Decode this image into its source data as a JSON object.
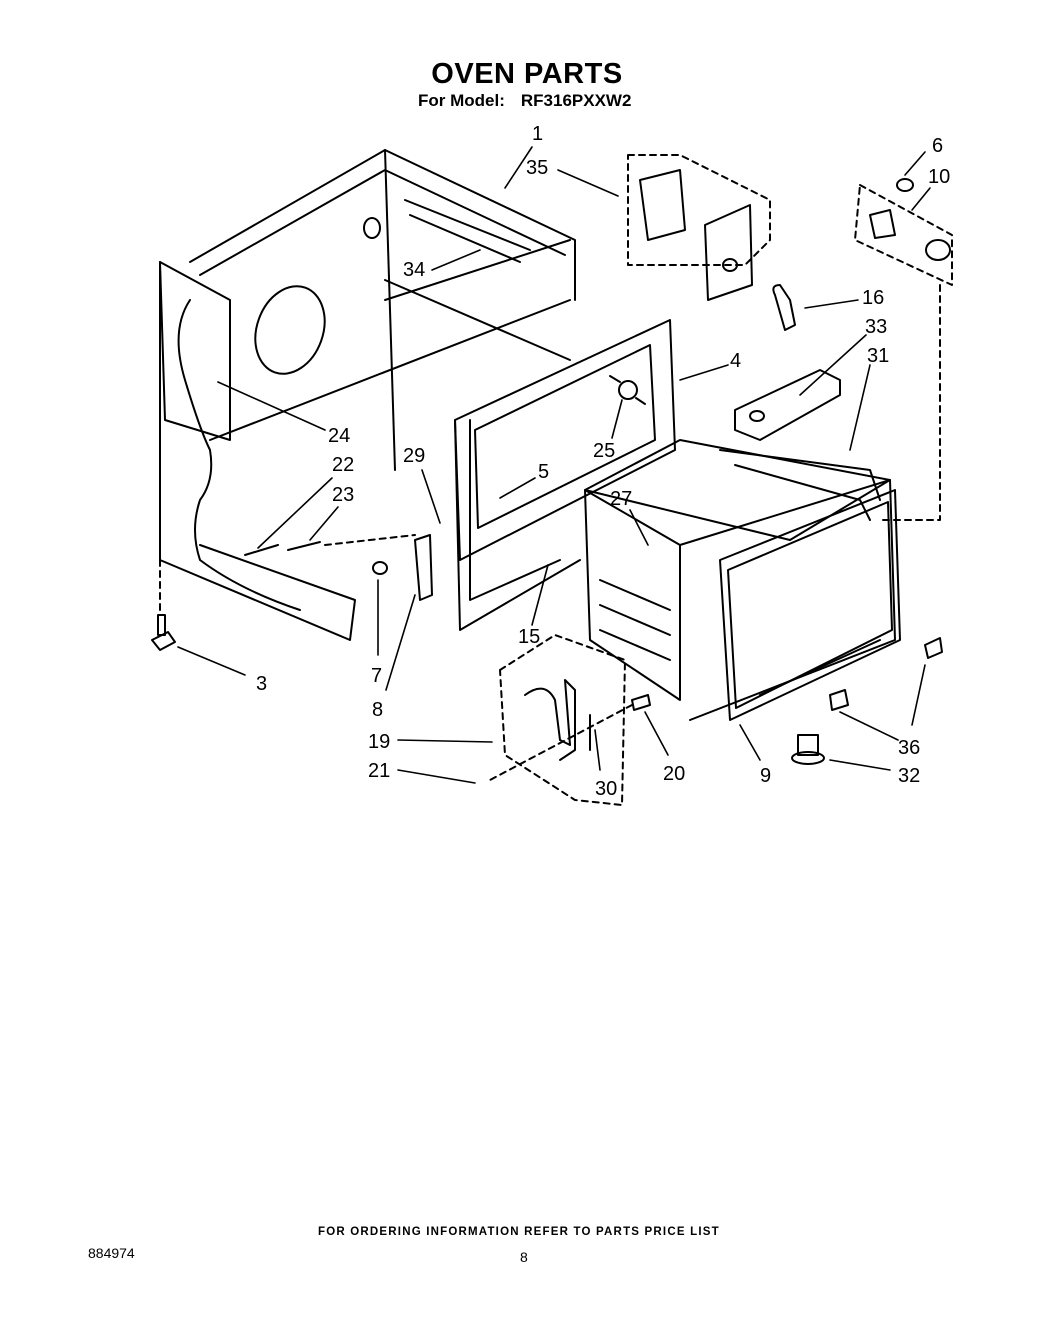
{
  "header": {
    "title": "OVEN PARTS",
    "model_label": "For Model:",
    "model_number": "RF316PXXW2"
  },
  "callouts": [
    "1",
    "35",
    "6",
    "10",
    "34",
    "16",
    "33",
    "31",
    "4",
    "24",
    "22",
    "23",
    "29",
    "5",
    "25",
    "27",
    "3",
    "7",
    "8",
    "15",
    "19",
    "21",
    "30",
    "20",
    "9",
    "36",
    "32"
  ],
  "footer": {
    "ordering_note": "FOR ORDERING INFORMATION REFER TO PARTS PRICE LIST",
    "doc_number": "884974",
    "page_number": "8"
  }
}
